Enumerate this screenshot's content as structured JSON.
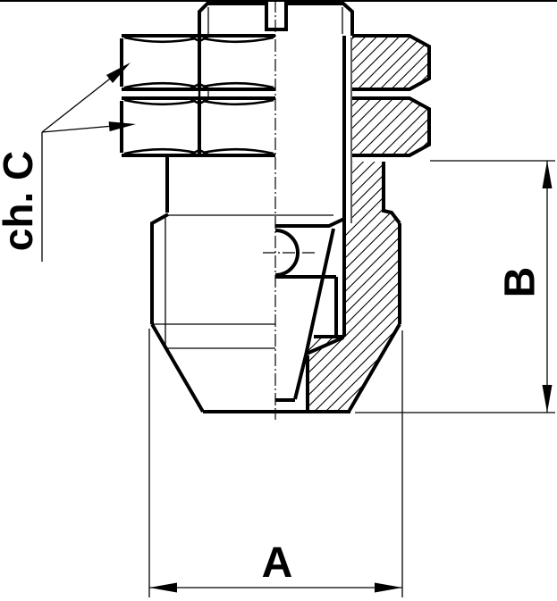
{
  "drawing": {
    "description": "Technical half-section drawing of a threaded bulkhead fitting with two hex lock nuts, slotted stem and internal ball valve",
    "background_color": "#ffffff",
    "line_color": "#000000",
    "labels": {
      "wrench_size": "ch. C",
      "width_dim": "A",
      "height_dim": "B"
    }
  }
}
